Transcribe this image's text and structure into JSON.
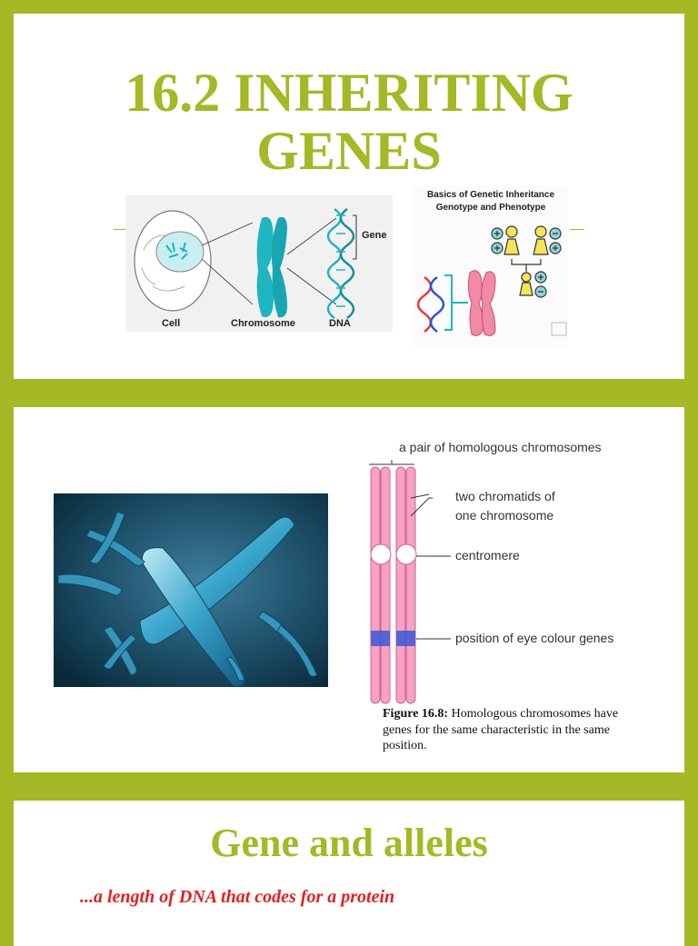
{
  "slide1": {
    "title_line1": "16.2 INHERITING",
    "title_line2": "GENES",
    "cell_diagram": {
      "label_cell": "Cell",
      "label_chromosome": "Chromosome",
      "label_dna": "DNA",
      "label_gene": "Gene"
    },
    "inheritance_panel": {
      "heading_line1": "Basics of Genetic Inheritance",
      "heading_line2": "Genotype and Phenotype"
    }
  },
  "slide2": {
    "diagram": {
      "label_pair": "a pair of homologous chromosomes",
      "label_chromatids_line1": "two chromatids of",
      "label_chromatids_line2": "one chromosome",
      "label_centromere": "centromere",
      "label_eye_genes": "position of eye colour genes"
    },
    "caption": {
      "figure": "Figure 16.8:",
      "text": " Homologous chromosomes have genes for the same characteristic in the same position."
    }
  },
  "slide3": {
    "title": "Gene and alleles",
    "definition": "...a length of DNA that codes for a protein"
  },
  "colors": {
    "accent": "#a5b826",
    "definition_red": "#e02020",
    "chromosome_pink": "#f7a1c4",
    "gene_band_blue": "#3b5bd6",
    "teal": "#1fb5c1"
  }
}
